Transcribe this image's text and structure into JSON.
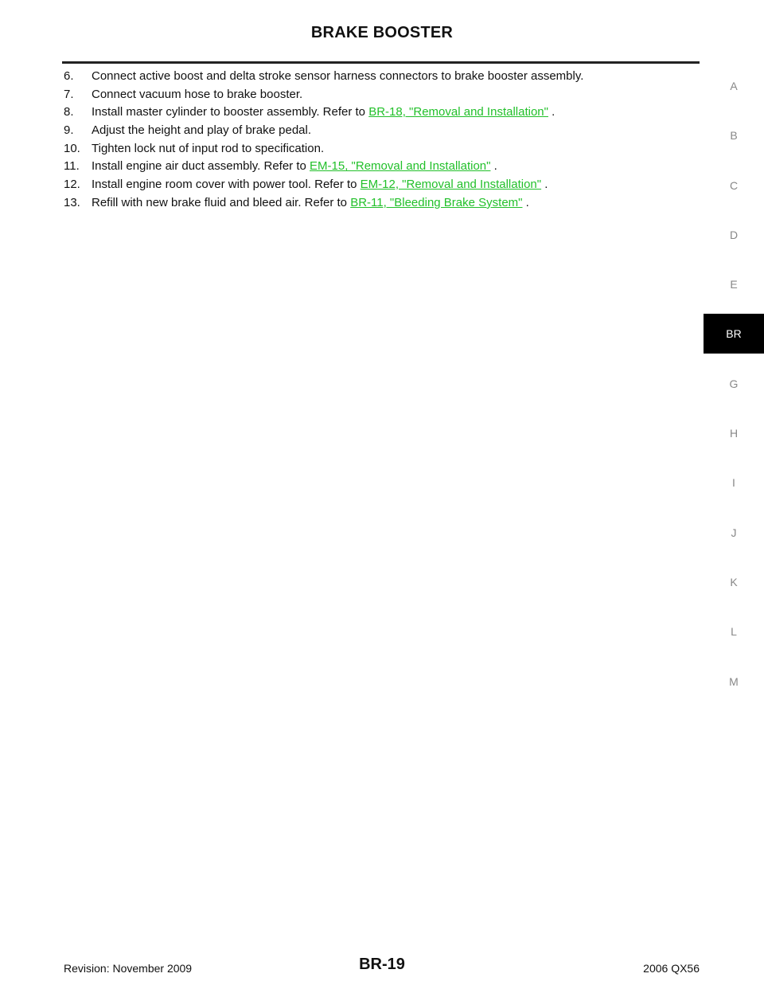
{
  "header": {
    "title": "BRAKE BOOSTER"
  },
  "steps": [
    {
      "num": "6.",
      "text": "Connect active boost and delta stroke sensor harness connectors to brake booster assembly.",
      "link": "",
      "after": ""
    },
    {
      "num": "7.",
      "text": "Connect vacuum hose to brake booster.",
      "link": "",
      "after": ""
    },
    {
      "num": "8.",
      "text": "Install master cylinder to booster assembly. Refer to ",
      "link": "BR-18, \"Removal and Installation\"",
      "after": " ."
    },
    {
      "num": "9.",
      "text": "Adjust the height and play of brake pedal.",
      "link": "",
      "after": ""
    },
    {
      "num": "10.",
      "text": "Tighten lock nut of input rod to specification.",
      "link": "",
      "after": ""
    },
    {
      "num": "11.",
      "text": "Install engine air duct assembly. Refer to ",
      "link": "EM-15, \"Removal and Installation\"",
      "after": " ."
    },
    {
      "num": "12.",
      "text": "Install engine room cover with power tool. Refer to ",
      "link": "EM-12, \"Removal and Installation\"",
      "after": " ."
    },
    {
      "num": "13.",
      "text": "Refill with new brake fluid and bleed air. Refer to ",
      "link": "BR-11, \"Bleeding Brake System\"",
      "after": " ."
    }
  ],
  "section_index": [
    "A",
    "B",
    "C",
    "D",
    "E",
    "BR",
    "G",
    "H",
    "I",
    "J",
    "K",
    "L",
    "M"
  ],
  "active_section": "BR",
  "footer": {
    "revision": "Revision: November 2009",
    "page": "BR-19",
    "model": "2006 QX56"
  },
  "colors": {
    "link": "#22c02a",
    "active_tab_bg": "#000000",
    "inactive_tab_text": "#888888"
  }
}
